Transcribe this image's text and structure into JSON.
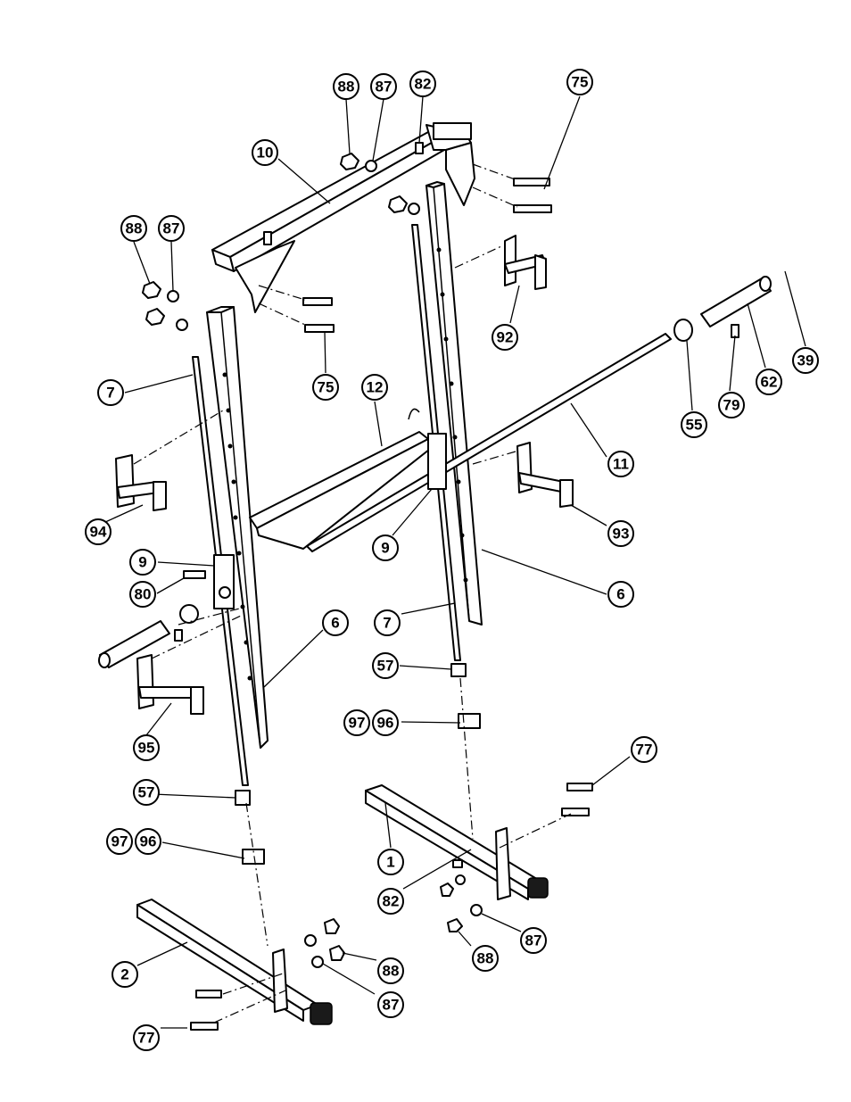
{
  "diagram": {
    "colors": {
      "line": "#000000",
      "background": "#ffffff"
    },
    "callouts": [
      {
        "id": "c88a",
        "label": "88"
      },
      {
        "id": "c87a",
        "label": "87"
      },
      {
        "id": "c82a",
        "label": "82"
      },
      {
        "id": "c75a",
        "label": "75"
      },
      {
        "id": "c10",
        "label": "10"
      },
      {
        "id": "c88b",
        "label": "88"
      },
      {
        "id": "c87b",
        "label": "87"
      },
      {
        "id": "c75b",
        "label": "75"
      },
      {
        "id": "c92",
        "label": "92"
      },
      {
        "id": "c39",
        "label": "39"
      },
      {
        "id": "c62",
        "label": "62"
      },
      {
        "id": "c79",
        "label": "79"
      },
      {
        "id": "c55",
        "label": "55"
      },
      {
        "id": "c7a",
        "label": "7"
      },
      {
        "id": "c12",
        "label": "12"
      },
      {
        "id": "c11",
        "label": "11"
      },
      {
        "id": "c94",
        "label": "94"
      },
      {
        "id": "c93",
        "label": "93"
      },
      {
        "id": "c9a",
        "label": "9"
      },
      {
        "id": "c9b",
        "label": "9"
      },
      {
        "id": "c80",
        "label": "80"
      },
      {
        "id": "c6a",
        "label": "6"
      },
      {
        "id": "c6b",
        "label": "6"
      },
      {
        "id": "c7b",
        "label": "7"
      },
      {
        "id": "c57a",
        "label": "57"
      },
      {
        "id": "c97a",
        "label": "97"
      },
      {
        "id": "c96a",
        "label": "96"
      },
      {
        "id": "c95",
        "label": "95"
      },
      {
        "id": "c77a",
        "label": "77"
      },
      {
        "id": "c57b",
        "label": "57"
      },
      {
        "id": "c97b",
        "label": "97"
      },
      {
        "id": "c96b",
        "label": "96"
      },
      {
        "id": "c1",
        "label": "1"
      },
      {
        "id": "c82b",
        "label": "82"
      },
      {
        "id": "c87c",
        "label": "87"
      },
      {
        "id": "c88c",
        "label": "88"
      },
      {
        "id": "c2",
        "label": "2"
      },
      {
        "id": "c88d",
        "label": "88"
      },
      {
        "id": "c87d",
        "label": "87"
      },
      {
        "id": "c77b",
        "label": "77"
      }
    ]
  }
}
